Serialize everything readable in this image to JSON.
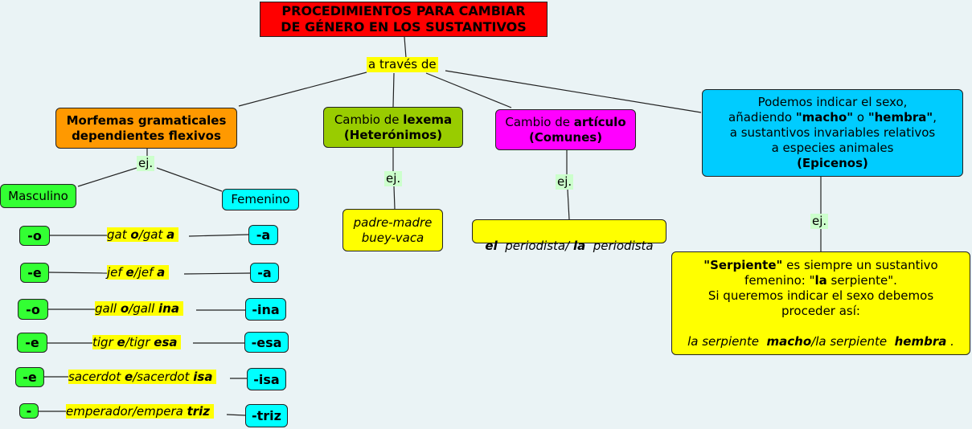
{
  "title": {
    "line1": "PROCEDIMIENTOS PARA CAMBIAR",
    "line2": "DE GÉNERO EN LOS SUSTANTIVOS"
  },
  "link": "a través de",
  "ej": "ej.",
  "morfemas": {
    "line1": "Morfemas gramaticales",
    "line2": "dependientes flexivos"
  },
  "lexema": {
    "pre": "Cambio de ",
    "bold": "lexema",
    "line2": "(Heterónimos)"
  },
  "articulo": {
    "pre": "Cambio de ",
    "bold": "artículo",
    "line2": "(Comunes)"
  },
  "epicenos": {
    "l1": "Podemos indicar el sexo,",
    "l2a": "añadiendo ",
    "l2b": "\"macho\"",
    "l2c": " o ",
    "l2d": "\"hembra\"",
    "l2e": ",",
    "l3": "a sustantivos invariables relativos",
    "l4": "a especies animales",
    "l5": "(Epicenos)"
  },
  "masculino": "Masculino",
  "femenino": "Femenino",
  "heteronimos": {
    "l1": "padre-madre",
    "l2": "buey-vaca"
  },
  "comunes": {
    "a": "el",
    "b": "  periodista/ ",
    "c": "la",
    "d": "  periodista"
  },
  "serpiente": {
    "a": "\"Serpiente\"",
    "b": " es siempre un sustantivo",
    "c": "femenino: \"",
    "d": "la",
    "e": " serpiente\".",
    "f": "Si queremos indicar el sexo debemos",
    "g": "proceder así:",
    "h": "la serpiente  ",
    "i": "macho",
    "j": "/la serpiente  ",
    "k": "hembra",
    "l": " ."
  },
  "rows": [
    {
      "m": "-o",
      "s1": "gat ",
      "b1": "o",
      "s2": "/gat ",
      "b2": "a",
      "f": "-a"
    },
    {
      "m": "-e",
      "s1": "jef ",
      "b1": "e",
      "s2": "/jef ",
      "b2": "a",
      "f": "-a"
    },
    {
      "m": "-o",
      "s1": "gall ",
      "b1": "o",
      "s2": "/gall ",
      "b2": "ina",
      "f": "-ina"
    },
    {
      "m": "-e",
      "s1": "tigr ",
      "b1": "e",
      "s2": "/tigr ",
      "b2": "esa",
      "f": "-esa"
    },
    {
      "m": "-e",
      "s1": "sacerdot ",
      "b1": "e",
      "s2": "/sacerdot ",
      "b2": "isa",
      "f": "-isa"
    },
    {
      "m": "-",
      "s1": "emperador/empera ",
      "b1": "",
      "s2": "",
      "b2": "triz",
      "f": "-triz"
    }
  ]
}
